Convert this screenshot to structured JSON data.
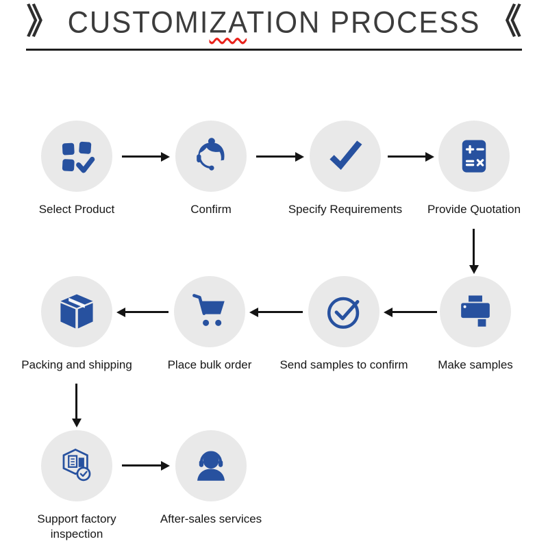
{
  "title": {
    "left_mark": "》",
    "pre": "CUSTOMI",
    "marked": "ZA",
    "post": "TION PROCESS",
    "right_mark": "《"
  },
  "colors": {
    "icon_blue": "#27519f",
    "circle_bg": "#e9e9e9",
    "arrow": "#141414",
    "title_text": "#3c3c3c",
    "underline_red": "#e8221c"
  },
  "steps": [
    {
      "label": "Select Product",
      "icon": "product-grid-check-icon"
    },
    {
      "label": "Confirm",
      "icon": "customer-service-agent-icon"
    },
    {
      "label": "Specify Requirements",
      "icon": "checkmark-icon"
    },
    {
      "label": "Provide Quotation",
      "icon": "calculator-icon"
    },
    {
      "label": "Make samples",
      "icon": "printer-icon"
    },
    {
      "label": "Send samples to confirm",
      "icon": "circle-check-icon"
    },
    {
      "label": "Place bulk order",
      "icon": "shopping-cart-icon"
    },
    {
      "label": "Packing and shipping",
      "icon": "package-box-icon"
    },
    {
      "label": "Support factory inspection",
      "icon": "factory-inspection-icon"
    },
    {
      "label": "After-sales services",
      "icon": "headset-support-icon"
    }
  ]
}
